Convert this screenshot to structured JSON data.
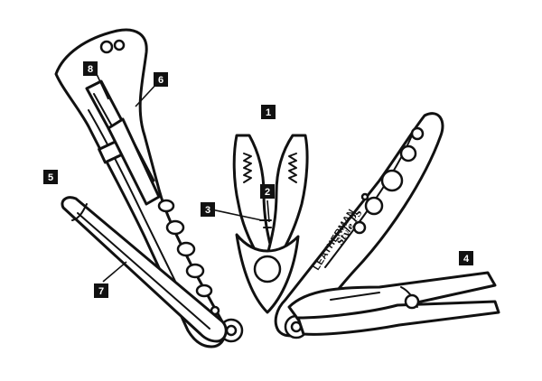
{
  "brand": {
    "name": "LEATHERMAN",
    "model": "Style PS"
  },
  "callouts": [
    {
      "id": "c1",
      "label": "1"
    },
    {
      "id": "c2",
      "label": "2"
    },
    {
      "id": "c3",
      "label": "3"
    },
    {
      "id": "c4",
      "label": "4"
    },
    {
      "id": "c5",
      "label": "5"
    },
    {
      "id": "c6",
      "label": "6"
    },
    {
      "id": "c7",
      "label": "7"
    },
    {
      "id": "c8",
      "label": "8"
    }
  ],
  "colors": {
    "line": "#111111",
    "background": "#ffffff",
    "callout_fill": "#111111",
    "callout_text": "#ffffff"
  }
}
